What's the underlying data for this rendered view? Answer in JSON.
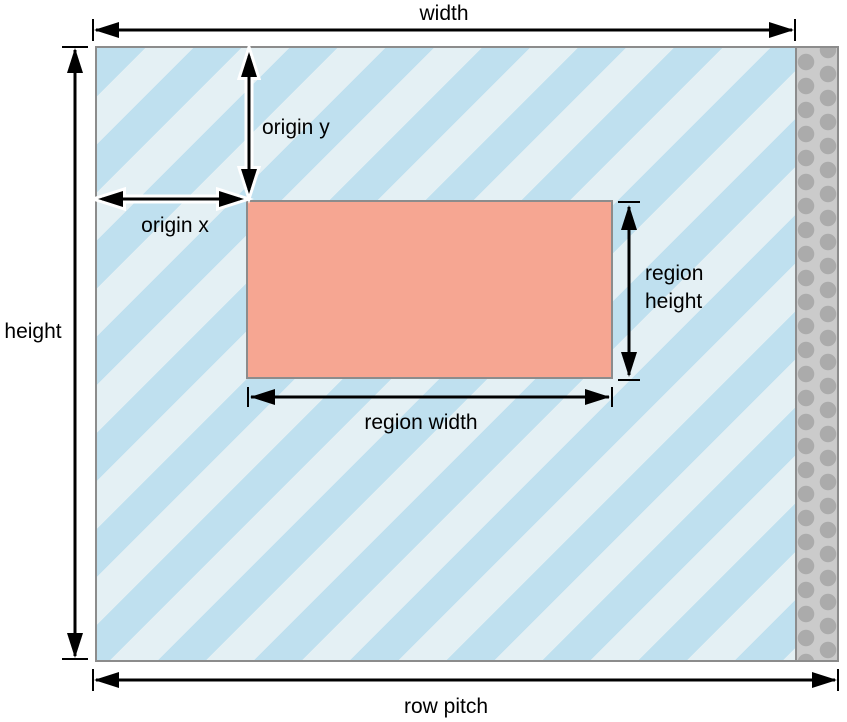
{
  "diagram": {
    "labels": {
      "width": "width",
      "height": "height",
      "row_pitch": "row pitch",
      "origin_x": "origin x",
      "origin_y": "origin y",
      "region_width": "region width",
      "region_height": "region\nheight"
    },
    "colors": {
      "stripe-light": "#e4f0f4",
      "stripe-dark": "#bfe0ef",
      "region-fill": "#f6a692",
      "border-gray": "#8c8c8c",
      "dots-bg": "#cbcbcb",
      "dots-fill": "#ababab",
      "arrow-color": "#000000",
      "label-color": "#000000"
    }
  }
}
